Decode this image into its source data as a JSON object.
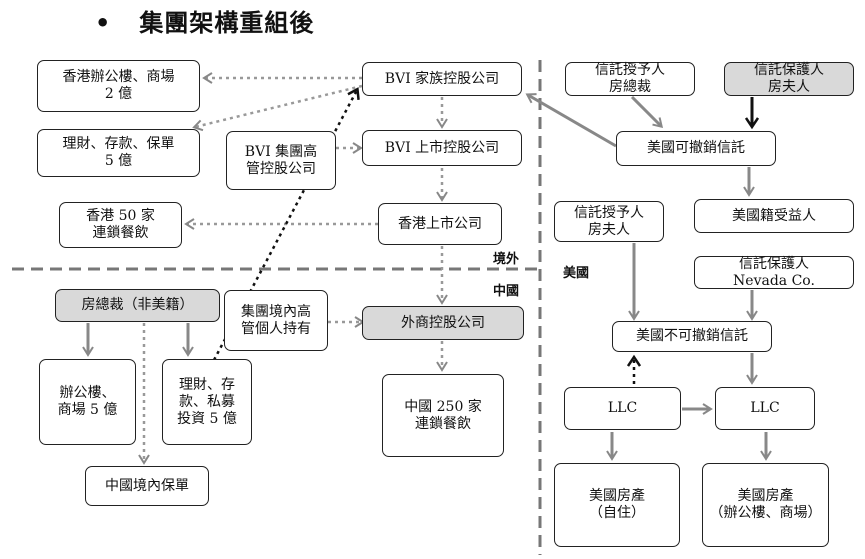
{
  "title": "集團架構重組後",
  "bullet": "•",
  "regions": {
    "offshore": "境外",
    "china": "中國",
    "usa": "美國"
  },
  "boxes": {
    "hk_office": "香港辦公樓、商場\n2 億",
    "hk_finance": "理財、存款、保單\n5 億",
    "hk_restaurants": "香港 50 家\n連鎖餐飲",
    "bvi_family": "BVI 家族控股公司",
    "bvi_listed": "BVI 上市控股公司",
    "bvi_exec": "BVI 集團高\n管控股公司",
    "hk_listed": "香港上市公司",
    "president": "房總裁（非美籍）",
    "domestic_exec": "集團境內高\n管個人持有",
    "foreign_holding": "外商控股公司",
    "cn_office": "辦公樓、\n商場 5 億",
    "cn_finance": "理財、存\n款、私募\n投資 5 億",
    "cn_restaurants": "中國 250 家\n連鎖餐飲",
    "cn_insurance": "中國境內保單",
    "grantor_1": "信託授予人\n房總裁",
    "protector_1": "信託保護人\n房夫人",
    "revocable_trust": "美國可撤銷信託",
    "us_beneficiary": "美國籍受益人",
    "grantor_2": "信託授予人\n房夫人",
    "protector_2": "信託保護人\nNevada Co.",
    "irrevocable_trust": "美國不可撤銷信託",
    "llc_1": "LLC",
    "llc_2": "LLC",
    "us_home": "美國房產\n（自住）",
    "us_commercial": "美國房產\n（辦公樓、商場）"
  }
}
